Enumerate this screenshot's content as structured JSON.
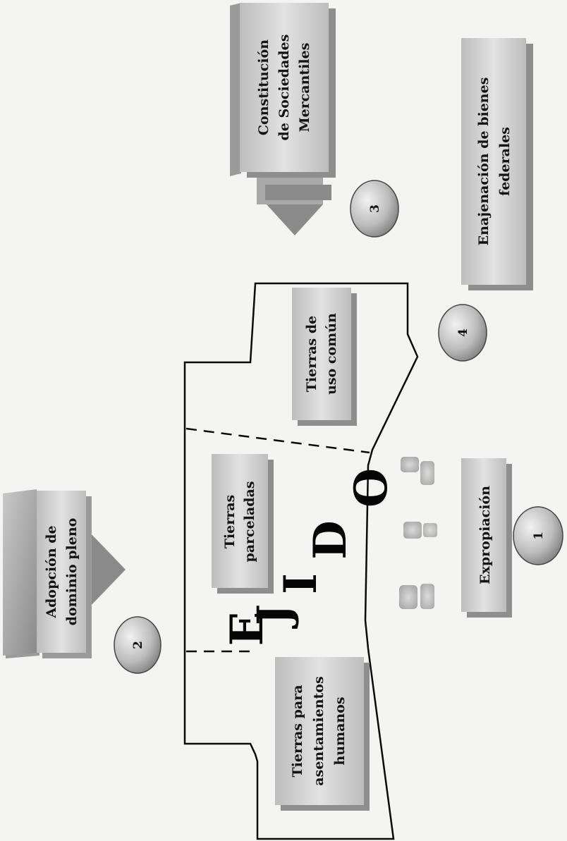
{
  "ejido": {
    "word_letters": [
      "E",
      "J",
      "I",
      "D",
      "O"
    ],
    "zones": {
      "human_settlements": [
        "Tierras para",
        "asentamientos",
        "humanos"
      ],
      "parcels": [
        "Tierras",
        "parceladas"
      ],
      "common_use": [
        "Tierras de",
        "uso común"
      ]
    }
  },
  "processes": [
    {
      "number": "1",
      "label_lines": [
        "Expropiación"
      ]
    },
    {
      "number": "2",
      "label_lines": [
        "Adopción de",
        "dominio pleno"
      ]
    },
    {
      "number": "3",
      "label_lines": [
        "Constitución",
        "de Sociedades",
        "Mercantiles"
      ]
    },
    {
      "number": "4",
      "label_lines": [
        "Enajenación de bienes",
        "federales"
      ]
    }
  ],
  "colors": {
    "box_light": "#d2d2d2",
    "box_dark": "#8e8e8e",
    "outline": "#0a0a0a",
    "background": "#f4f4f2"
  }
}
